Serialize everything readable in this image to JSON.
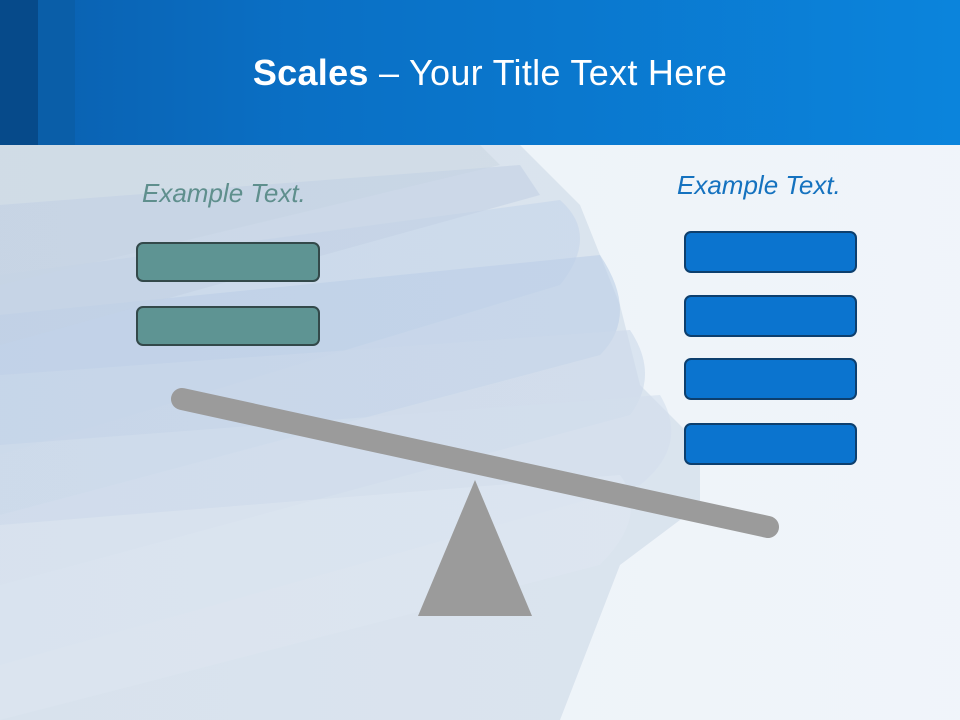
{
  "slide": {
    "title_bold": "Scales",
    "title_rest": " – Your Title Text Here"
  },
  "left": {
    "label": "Example Text.",
    "box_count": 2
  },
  "right": {
    "label": "Example Text.",
    "box_count": 4
  },
  "colors": {
    "header": "#0a6fc4",
    "left_box": "#5e9493",
    "right_box": "#0b74cf",
    "scale": "#9b9b9b"
  }
}
